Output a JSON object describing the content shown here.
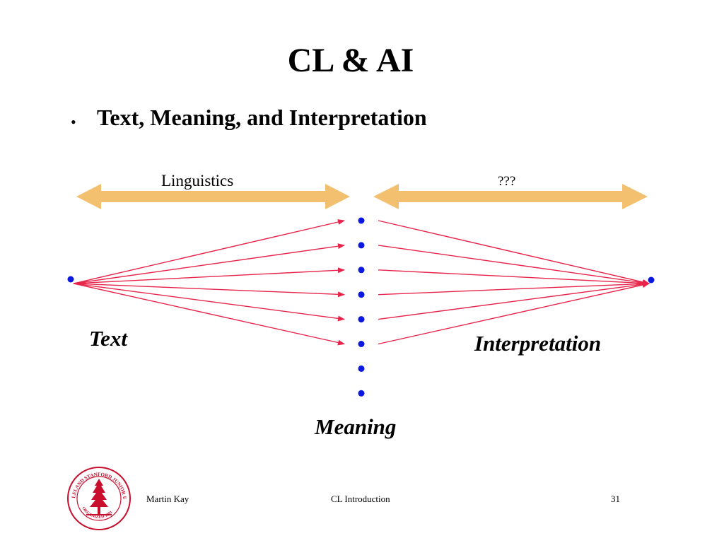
{
  "slide": {
    "title": "CL & AI",
    "bullet_marker": "•",
    "bullet_text": "Text, Meaning, and Interpretation"
  },
  "diagram": {
    "left_arrow_label": "Linguistics",
    "right_arrow_label": "???",
    "text_label": "Text",
    "meaning_label": "Meaning",
    "interpretation_label": "Interpretation",
    "meaning_point_count": 8,
    "colors": {
      "band_arrow": "#f2c06f",
      "ray": "#e8244a",
      "dot": "#0b18e0"
    }
  },
  "footer": {
    "author": "Martin Kay",
    "course": "CL Introduction",
    "page_number": "31"
  },
  "seal": {
    "ring_text": "LELAND STANFORD JUNIOR UNIVERSITY",
    "bottom_text": "ORGANIZED 1891",
    "color": "#c8102e"
  }
}
